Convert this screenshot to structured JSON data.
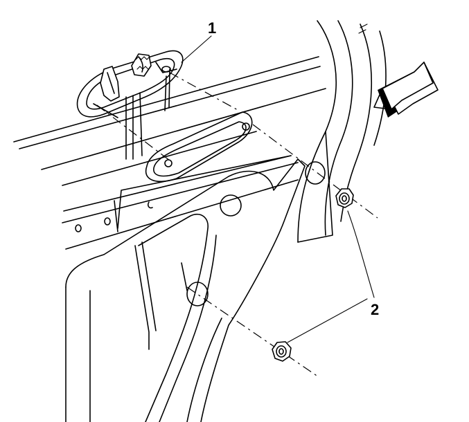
{
  "callouts": [
    {
      "id": "1",
      "label": "1"
    },
    {
      "id": "2",
      "label": "2"
    }
  ],
  "arrow": {
    "direction": "left-down",
    "icon": "direction-arrow-icon"
  },
  "colors": {
    "line": "#000000",
    "background": "#ffffff"
  }
}
